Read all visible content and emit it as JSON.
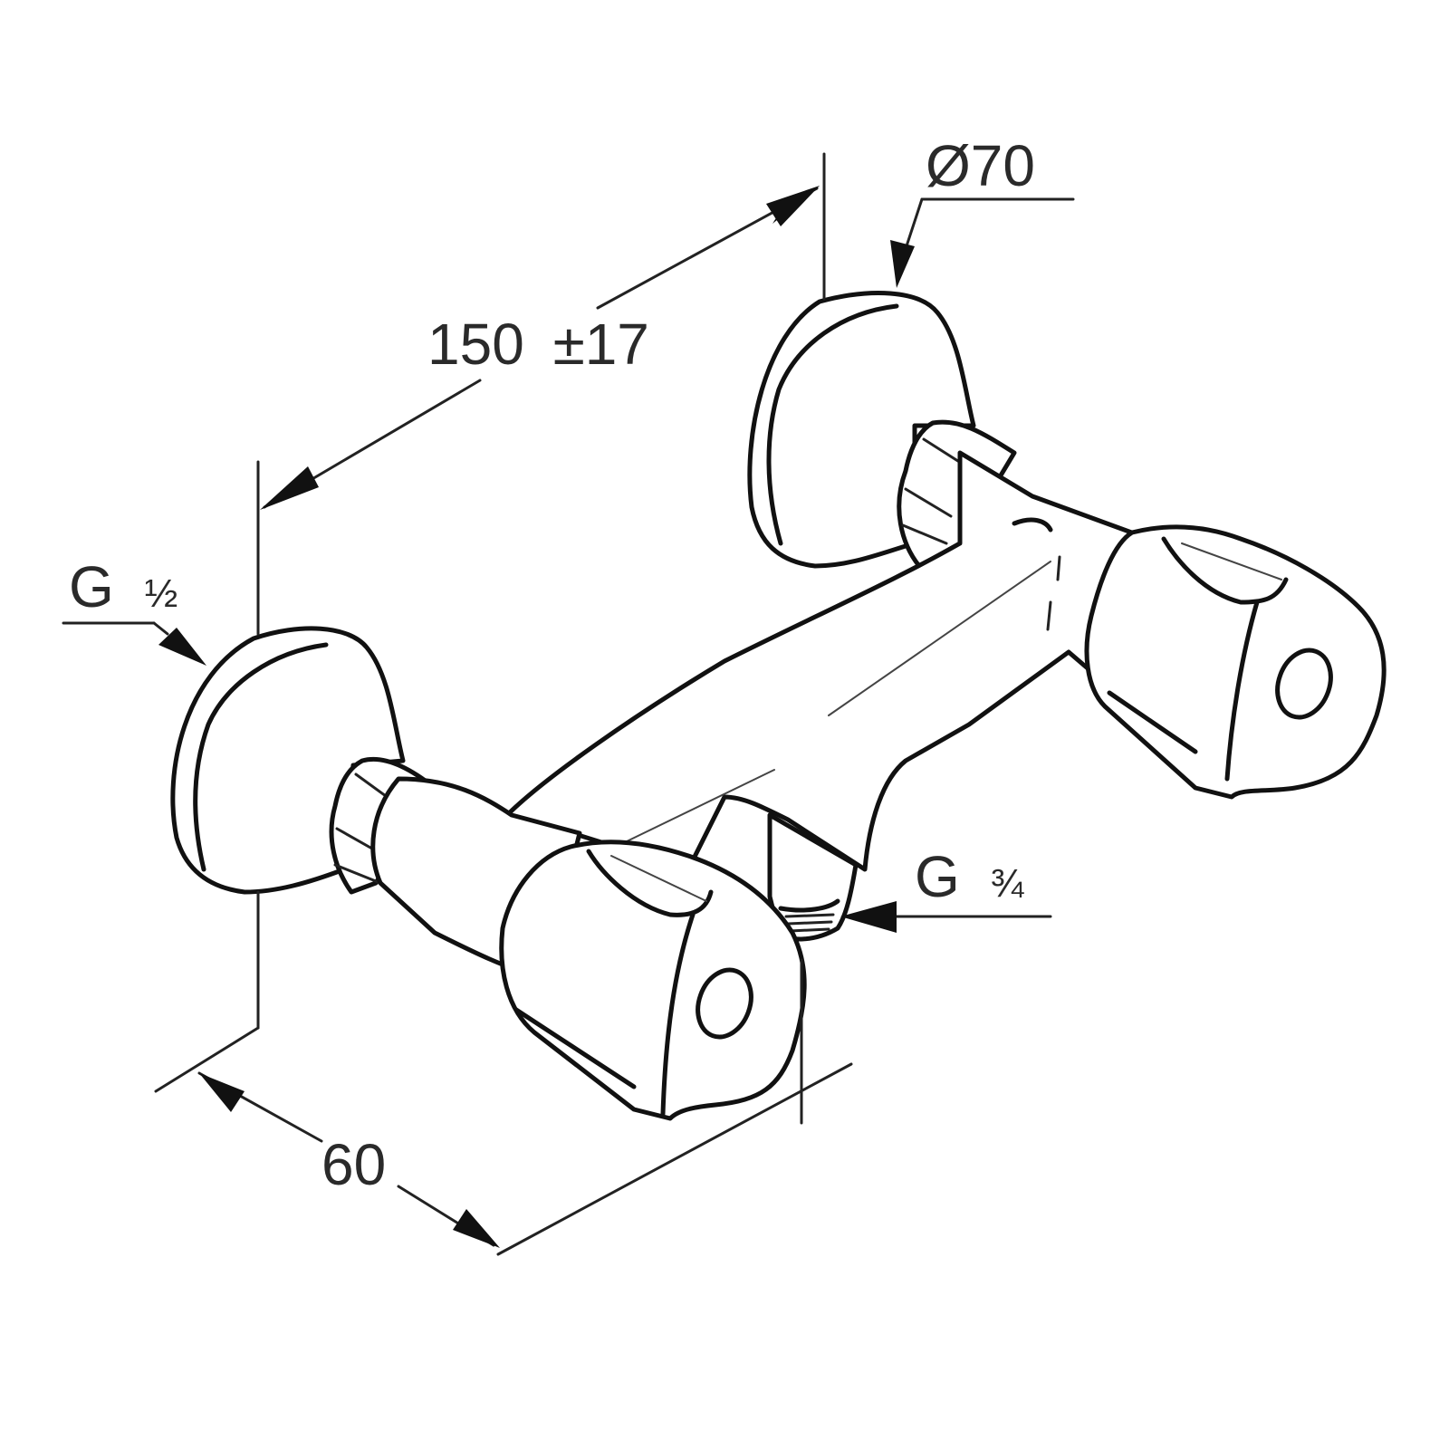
{
  "drawing": {
    "subject": "wall-mounted two-handle faucet mixer",
    "line_color": "#111111",
    "background": "#ffffff"
  },
  "dimensions": {
    "center_distance": {
      "value": "150",
      "tolerance": "±17"
    },
    "flange_diameter": {
      "label": "Ø70"
    },
    "depth": {
      "label": "60"
    },
    "inlet_thread": {
      "letter": "G",
      "fraction": "½"
    },
    "outlet_thread": {
      "letter": "G",
      "fraction": "¾"
    }
  }
}
